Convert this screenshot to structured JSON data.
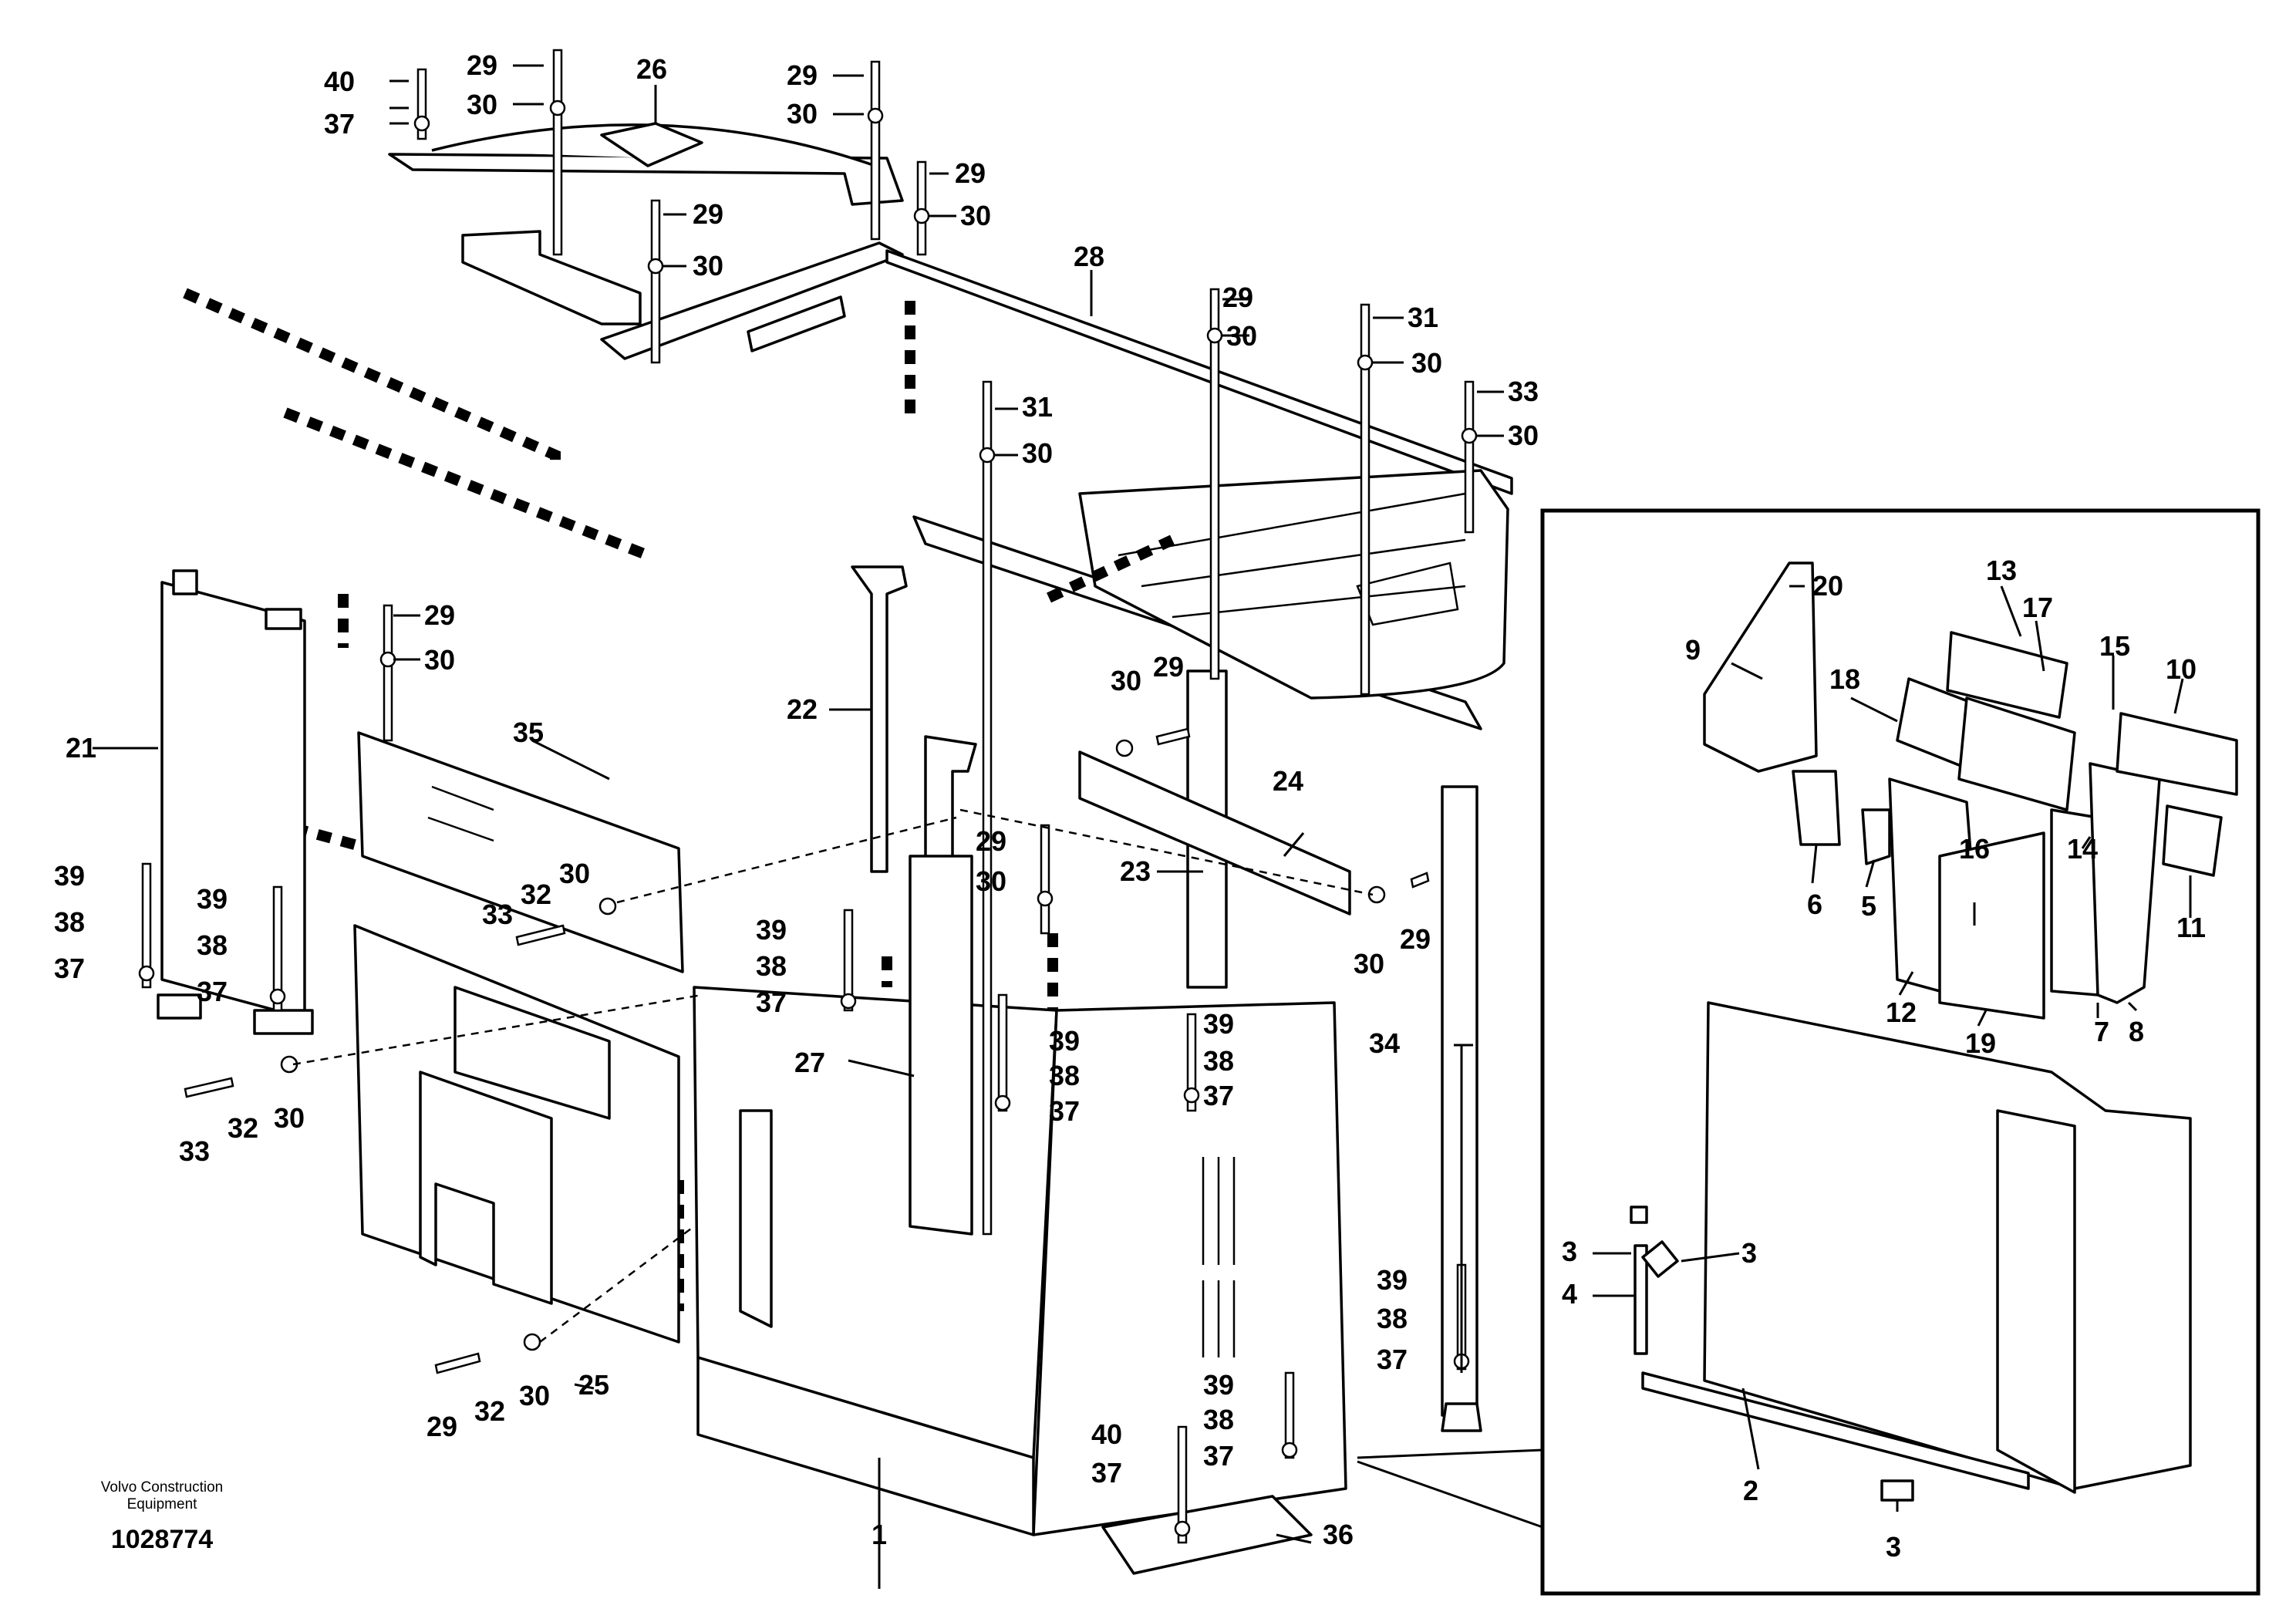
{
  "publisher": {
    "line1": "Volvo Construction",
    "line2": "Equipment"
  },
  "document_number": "1028774",
  "callouts": [
    "1",
    "2",
    "3",
    "4",
    "5",
    "6",
    "7",
    "8",
    "9",
    "10",
    "11",
    "12",
    "13",
    "14",
    "15",
    "16",
    "17",
    "18",
    "19",
    "20",
    "21",
    "22",
    "23",
    "24",
    "25",
    "26",
    "27",
    "28",
    "29",
    "30",
    "31",
    "32",
    "33",
    "34",
    "35",
    "36",
    "37",
    "38",
    "39",
    "40"
  ]
}
